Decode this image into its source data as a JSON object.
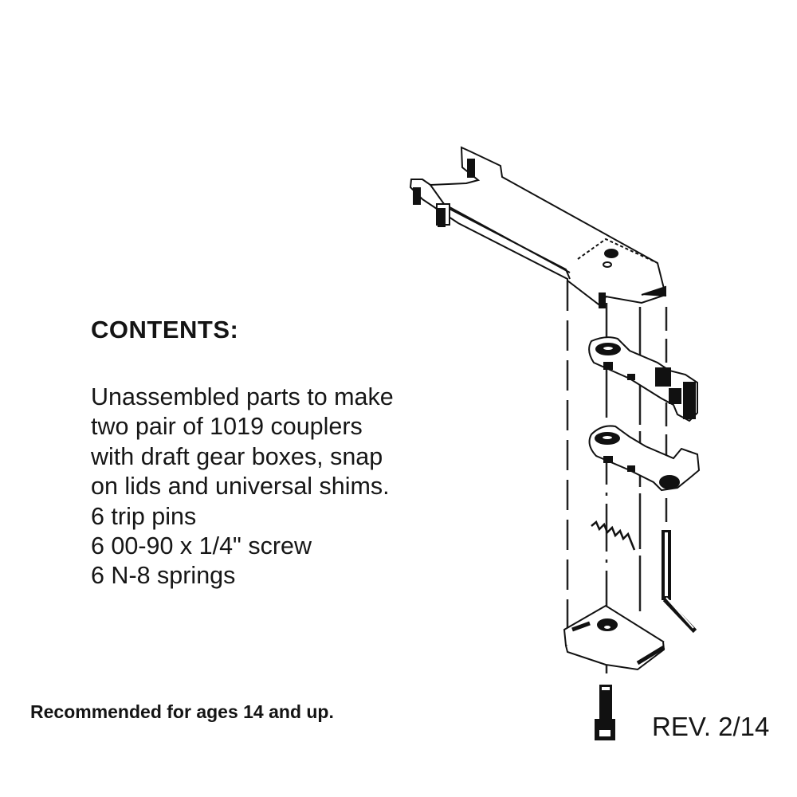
{
  "document": {
    "heading": "CONTENTS:",
    "contents_lines": [
      "Unassembled parts to make",
      "two pair of 1019 couplers",
      "with draft gear boxes, snap",
      "on lids and universal shims.",
      "6 trip pins",
      "6 00-90 x 1/4\" screw",
      "6 N-8 springs"
    ],
    "age_note": "Recommended for ages 14 and up.",
    "revision": "REV. 2/14"
  },
  "diagram": {
    "description": "Exploded view of coupler assembly",
    "parts": [
      {
        "name": "draft-gear-box",
        "icon": "draft-gear-box-icon"
      },
      {
        "name": "coupler-upper",
        "icon": "coupler-icon"
      },
      {
        "name": "coupler-lower",
        "icon": "coupler-icon"
      },
      {
        "name": "spring",
        "icon": "spring-icon"
      },
      {
        "name": "trip-pin",
        "icon": "trip-pin-icon"
      },
      {
        "name": "snap-on-lid",
        "icon": "lid-icon"
      },
      {
        "name": "screw",
        "icon": "screw-icon"
      }
    ]
  }
}
